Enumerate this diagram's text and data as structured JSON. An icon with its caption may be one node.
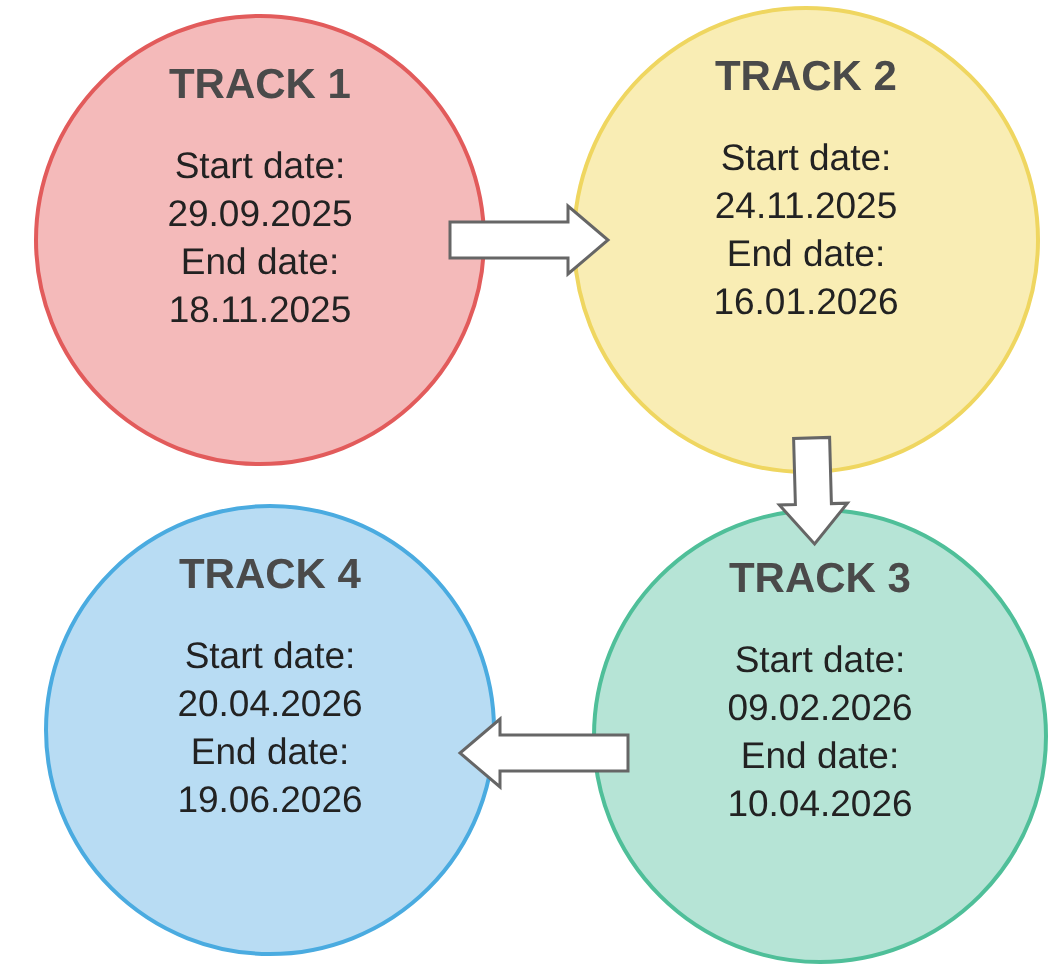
{
  "diagram": {
    "nodes": [
      {
        "text": [
          "TRACK 1",
          "Start date: 29.09.2025",
          "End date: 18.11.2025"
        ]
      },
      {
        "text": [
          "TRACK 2",
          "Start date: 24.11.2025",
          "End date: 16.01.2026"
        ]
      },
      {
        "text": [
          "TRACK 3",
          "Start date: 09.02.2026",
          "End date: 10.04.2026"
        ]
      },
      {
        "text": [
          "TRACK 4",
          "Start date: 20.04.2026",
          "End date: 19.06.2026"
        ]
      }
    ],
    "edges": [
      {
        "from": 0,
        "to": 1,
        "arrow": "to"
      },
      {
        "from": 1,
        "to": 2,
        "arrow": "to"
      },
      {
        "from": 2,
        "to": 3,
        "arrow": "to"
      }
    ]
  }
}
